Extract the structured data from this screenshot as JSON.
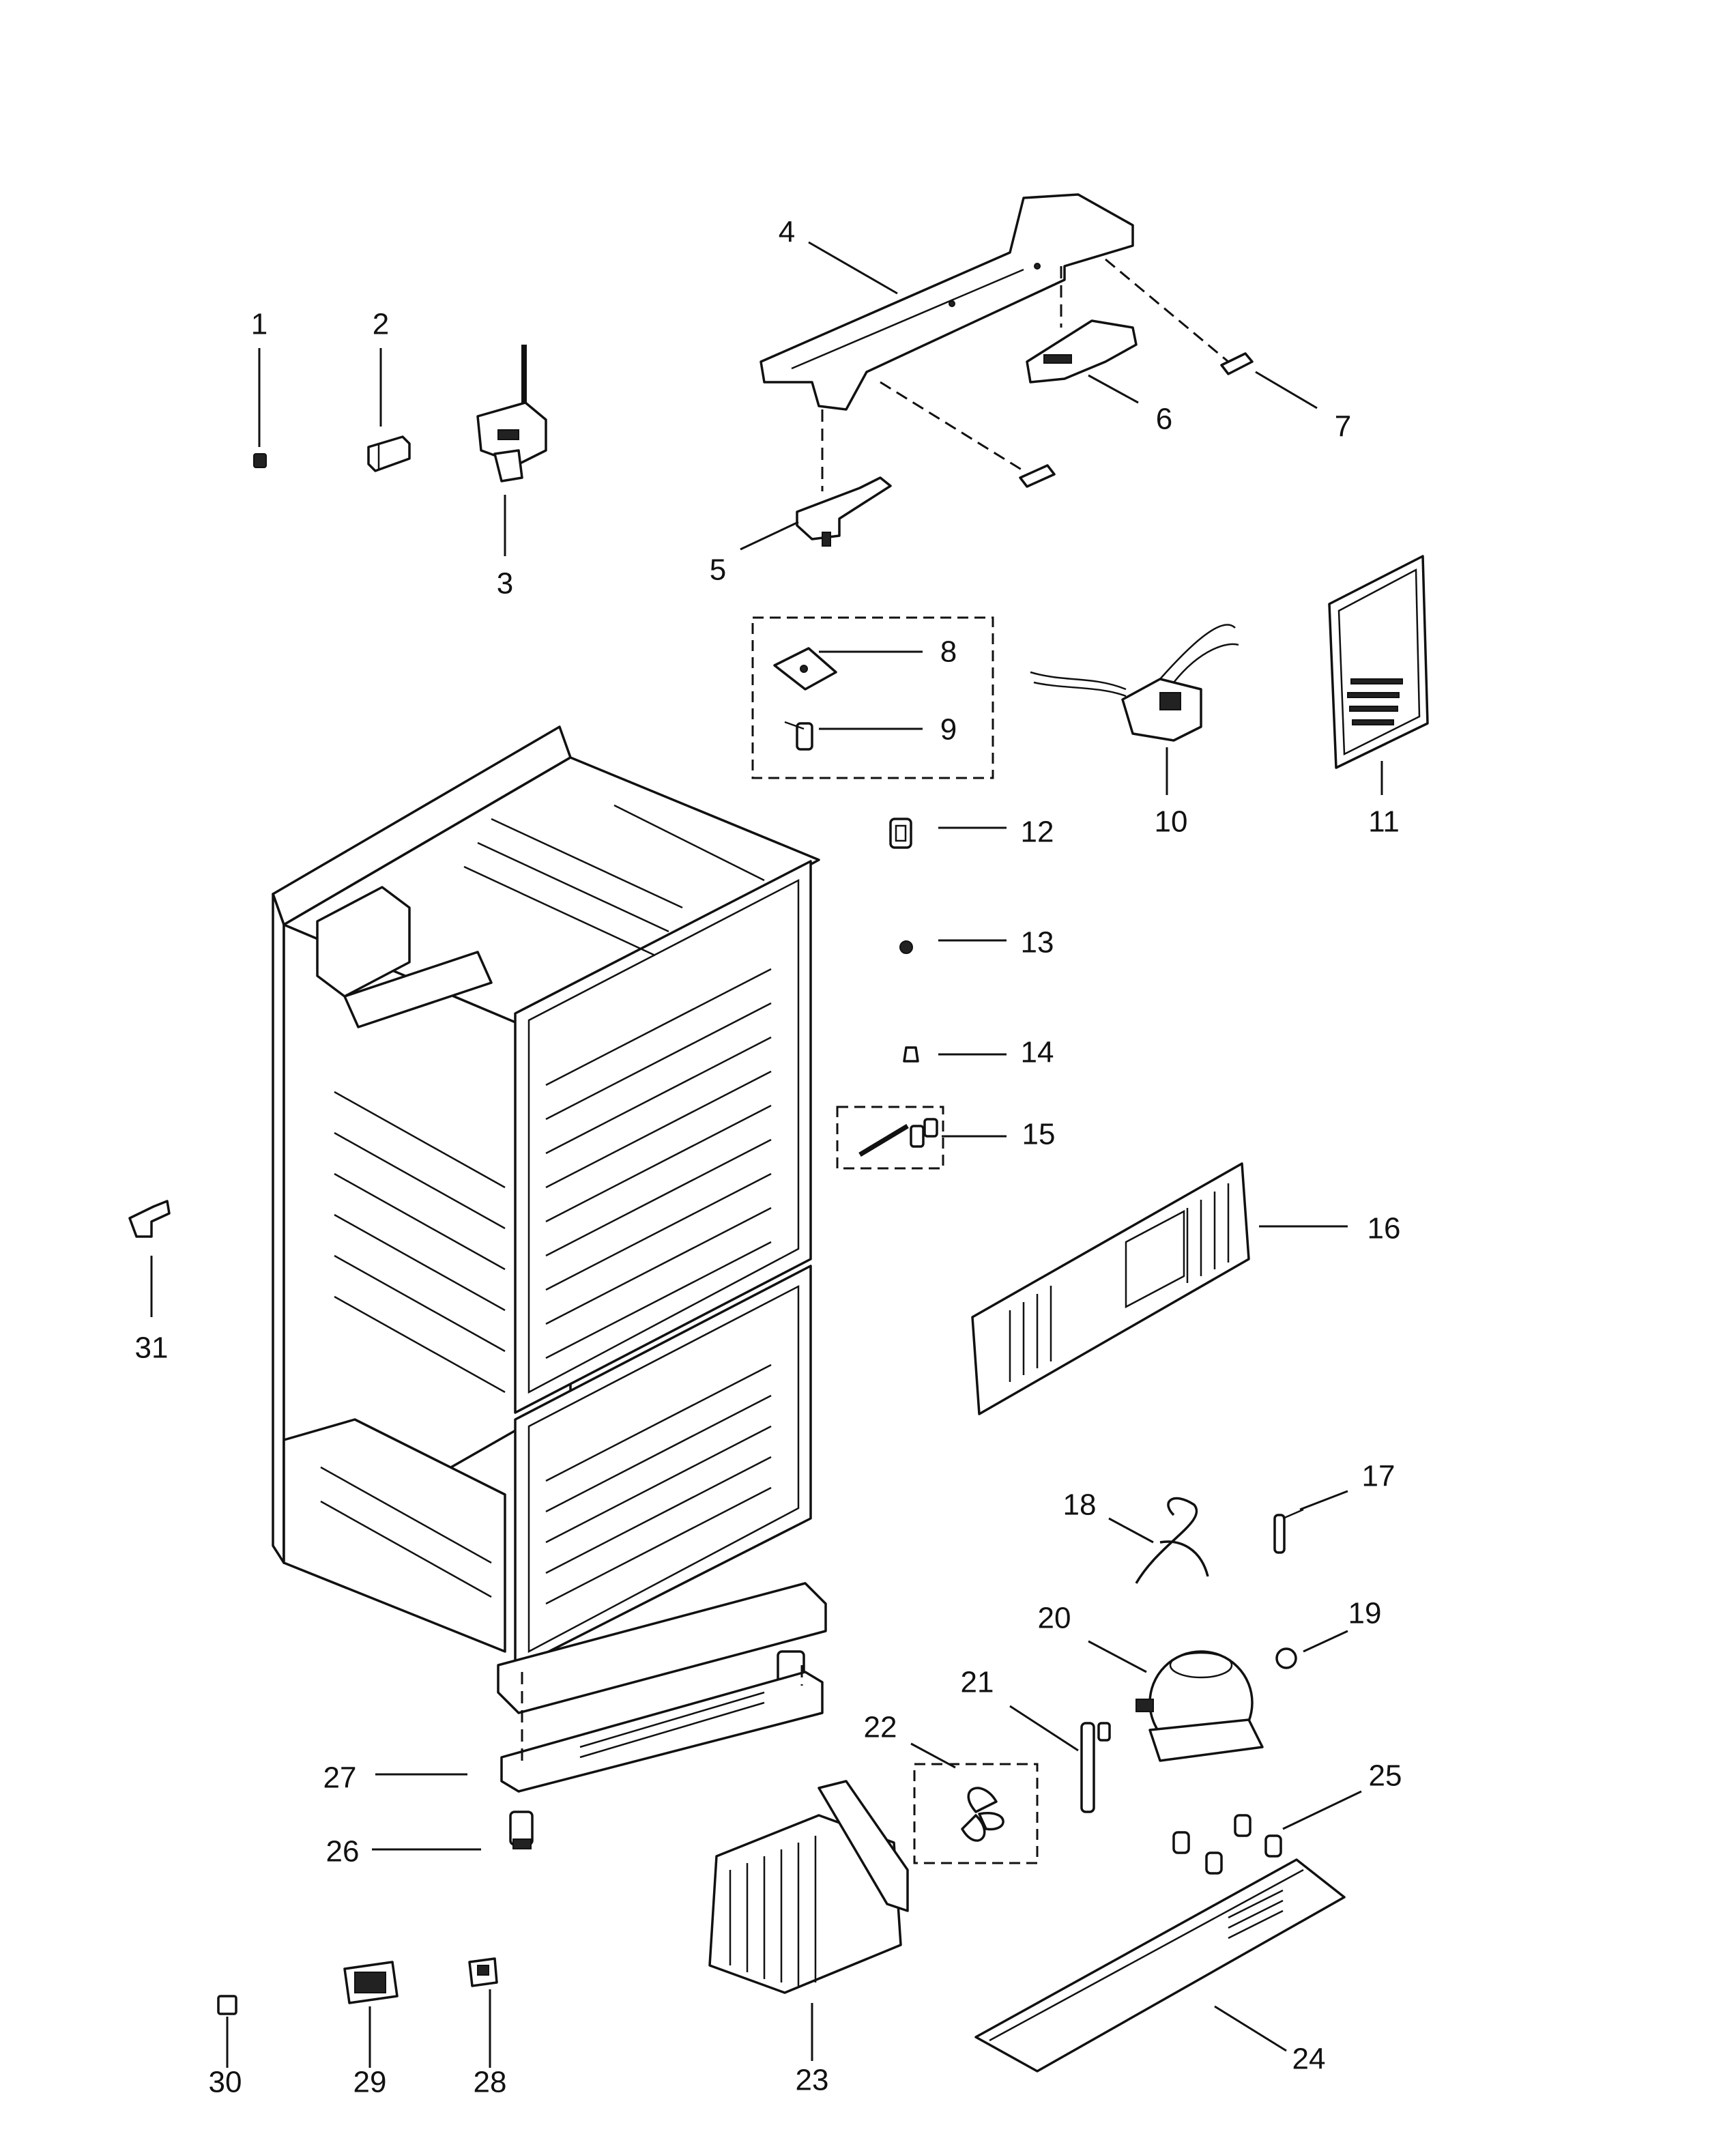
{
  "diagram": {
    "type": "exploded-parts-view",
    "callouts": [
      "1",
      "2",
      "3",
      "4",
      "5",
      "6",
      "7",
      "8",
      "9",
      "10",
      "11",
      "12",
      "13",
      "14",
      "15",
      "16",
      "17",
      "18",
      "19",
      "20",
      "21",
      "22",
      "23",
      "24",
      "25",
      "26",
      "27",
      "28",
      "29",
      "30",
      "31"
    ]
  }
}
